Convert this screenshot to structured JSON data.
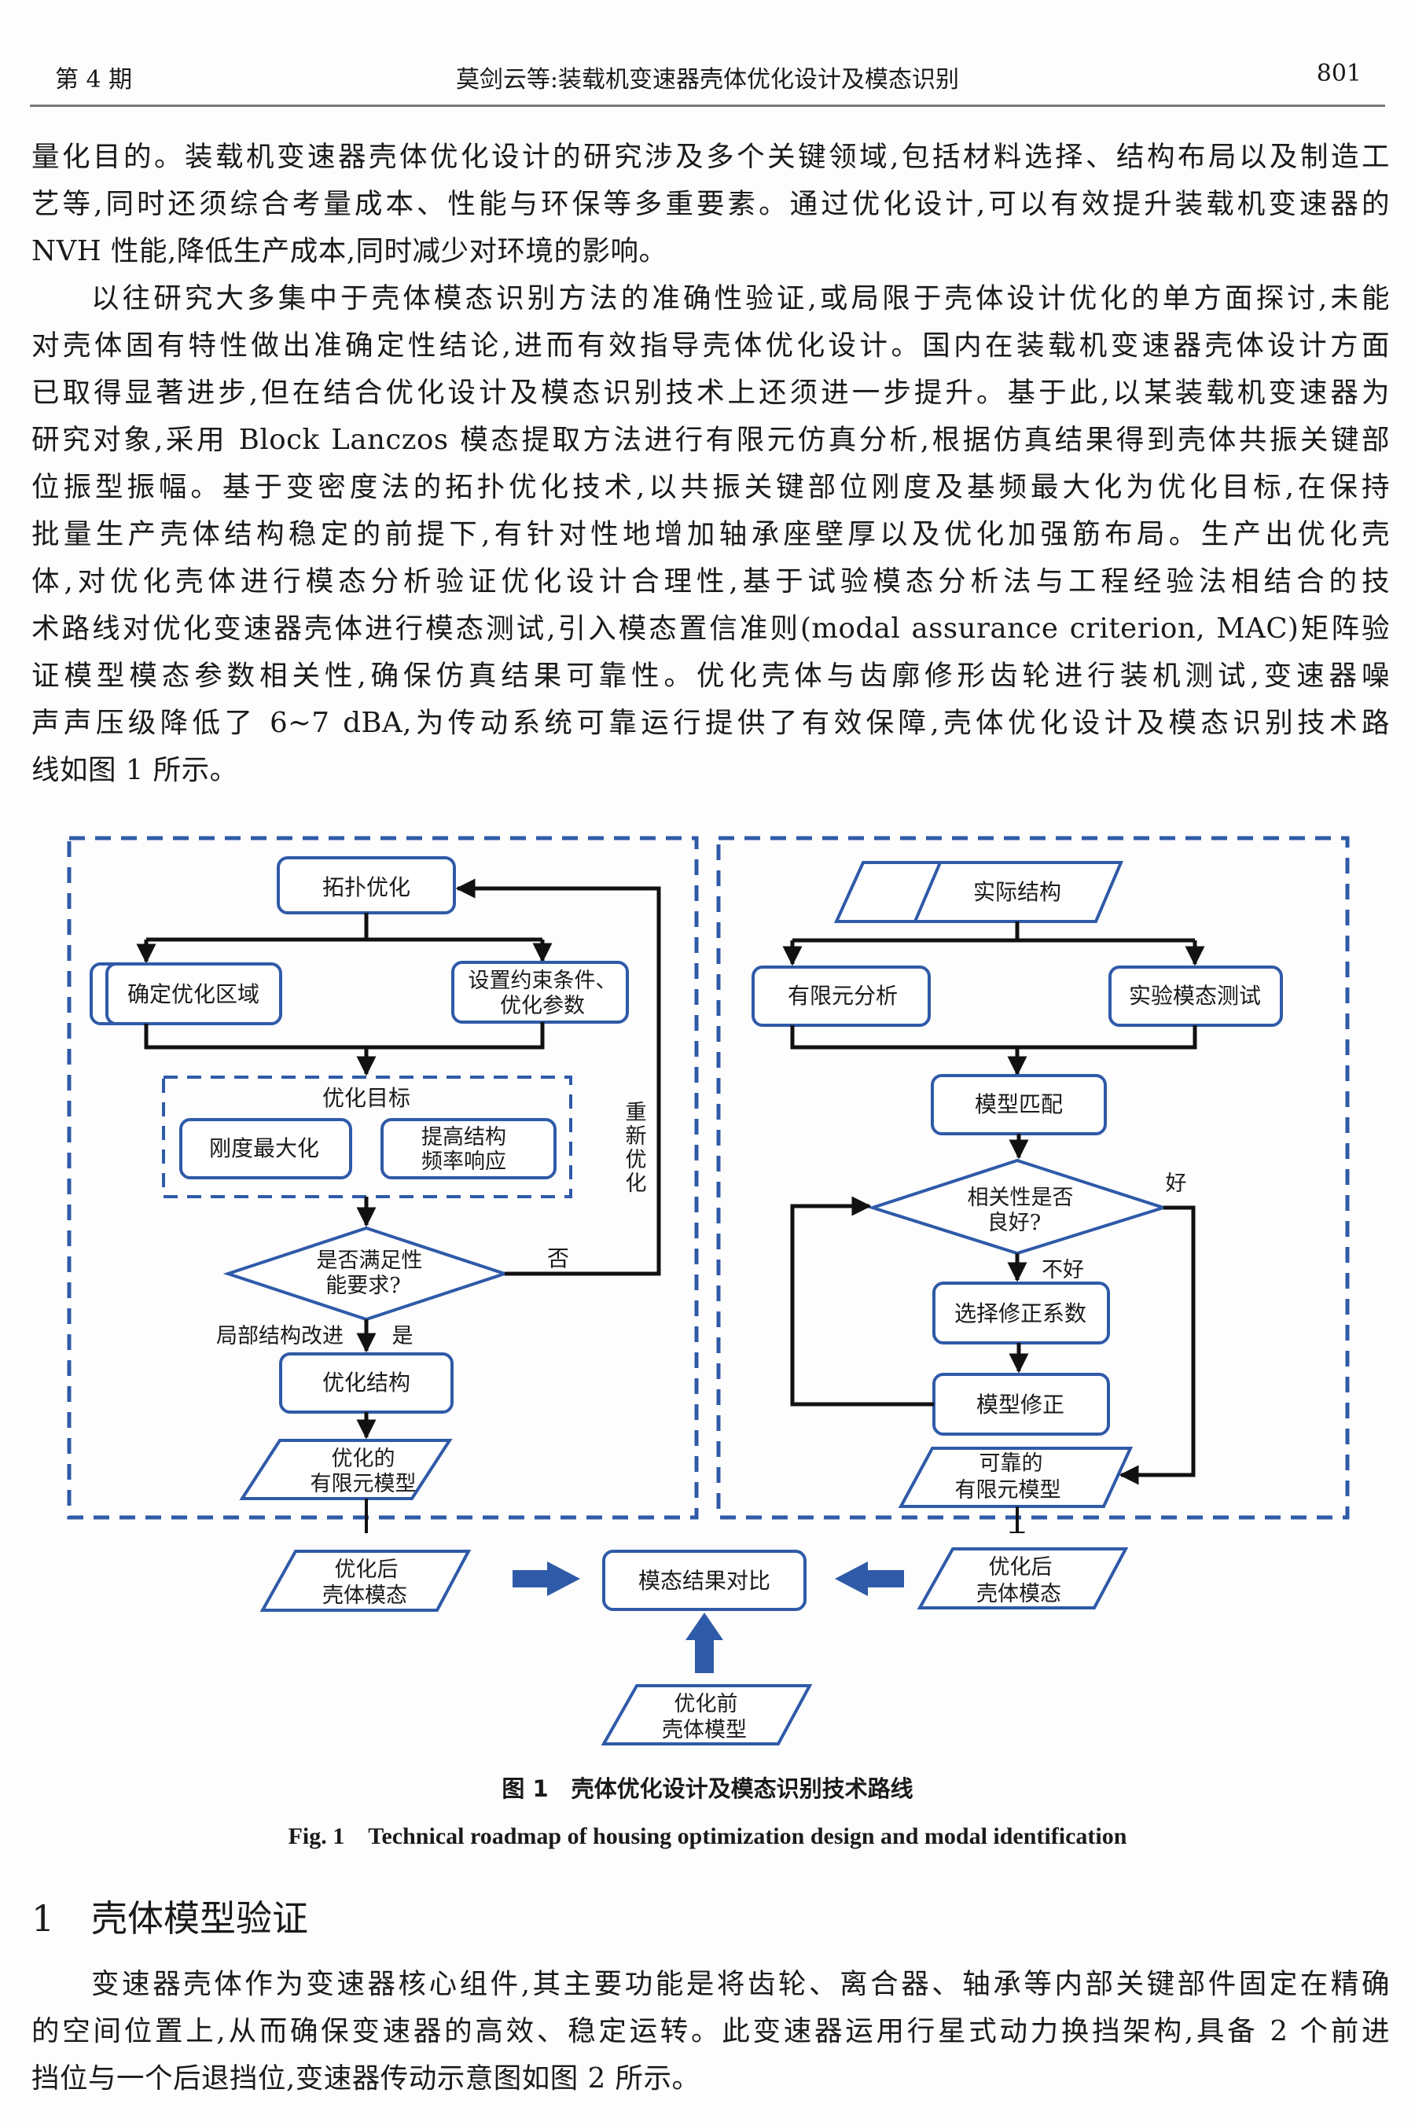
{
  "header": {
    "issue": "第 4 期",
    "running_title": "莫剑云等:装载机变速器壳体优化设计及模态识别",
    "page_number": "801"
  },
  "paragraphs": [
    {
      "indent_first": false,
      "lines": [
        "量化目的。装载机变速器壳体优化设计的研究涉及多个关键领域,包括材料选择、结构布局以及制造工",
        "艺等,同时还须综合考量成本、性能与环保等多重要素。通过优化设计,可以有效提升装载机变速器的",
        "NVH 性能,降低生产成本,同时减少对环境的影响。"
      ]
    },
    {
      "indent_first": true,
      "lines": [
        "以往研究大多集中于壳体模态识别方法的准确性验证,或局限于壳体设计优化的单方面探讨,未能",
        "对壳体固有特性做出准确定性结论,进而有效指导壳体优化设计。国内在装载机变速器壳体设计方面",
        "已取得显著进步,但在结合优化设计及模态识别技术上还须进一步提升。基于此,以某装载机变速器为",
        "研究对象,采用 Block Lanczos 模态提取方法进行有限元仿真分析,根据仿真结果得到壳体共振关键部",
        "位振型振幅。基于变密度法的拓扑优化技术,以共振关键部位刚度及基频最大化为优化目标,在保持",
        "批量生产壳体结构稳定的前提下,有针对性地增加轴承座壁厚以及优化加强筋布局。生产出优化壳",
        "体,对优化壳体进行模态分析验证优化设计合理性,基于试验模态分析法与工程经验法相结合的技",
        "术路线对优化变速器壳体进行模态测试,引入模态置信准则(modal assurance criterion, MAC)矩阵验",
        "证模型模态参数相关性,确保仿真结果可靠性。优化壳体与齿廓修形齿轮进行装机测试,变速器噪",
        "声声压级降低了 6~7 dBA,为传动系统可靠运行提供了有效保障,壳体优化设计及模态识别技术路",
        "线如图 1 所示。"
      ]
    }
  ],
  "figure": {
    "colors": {
      "box_border": "#2f5aa8",
      "dash_border": "#2f5aa8",
      "arrow": "#111111",
      "big_arrow": "#2f5aa8"
    },
    "left_panel": {
      "topology": "拓扑优化",
      "region": "确定优化区域",
      "constraints": [
        "设置约束条件、",
        "优化参数"
      ],
      "objective_group": "优化目标",
      "stiffness": "刚度最大化",
      "frequency": [
        "提高结构",
        "频率响应"
      ],
      "decision": [
        "是否满足性",
        "能要求?"
      ],
      "no_label": "否",
      "reoptimize_label": [
        "重",
        "新",
        "优",
        "化"
      ],
      "local_improve_label": "局部结构改进",
      "yes_label": "是",
      "opt_structure": "优化结构",
      "opt_fe_model": [
        "优化的",
        "有限元模型"
      ]
    },
    "right_panel": {
      "actual_structure": "实际结构",
      "fea": "有限元分析",
      "exp_modal": "实验模态测试",
      "model_match": "模型匹配",
      "decision": [
        "相关性是否",
        "良好?"
      ],
      "good_label": "好",
      "bad_label": "不好",
      "select_coeff": "选择修正系数",
      "model_correct": "模型修正",
      "reliable_fe_model": [
        "可靠的",
        "有限元模型"
      ]
    },
    "bottom": {
      "left_output": [
        "优化后",
        "壳体模态"
      ],
      "compare": "模态结果对比",
      "right_output": [
        "优化后",
        "壳体模态"
      ],
      "before_model": [
        "优化前",
        "壳体模型"
      ]
    },
    "caption_cn": "图 1　壳体优化设计及模态识别技术路线",
    "caption_en": "Fig. 1　Technical roadmap of housing optimization design and modal identification"
  },
  "section": {
    "number": "1",
    "title": "壳体模型验证",
    "paragraph": {
      "indent_first": true,
      "lines": [
        "变速器壳体作为变速器核心组件,其主要功能是将齿轮、离合器、轴承等内部关键部件固定在精确",
        "的空间位置上,从而确保变速器的高效、稳定运转。此变速器运用行星式动力换挡架构,具备 2 个前进",
        "挡位与一个后退挡位,变速器传动示意图如图 2 所示。"
      ]
    }
  }
}
